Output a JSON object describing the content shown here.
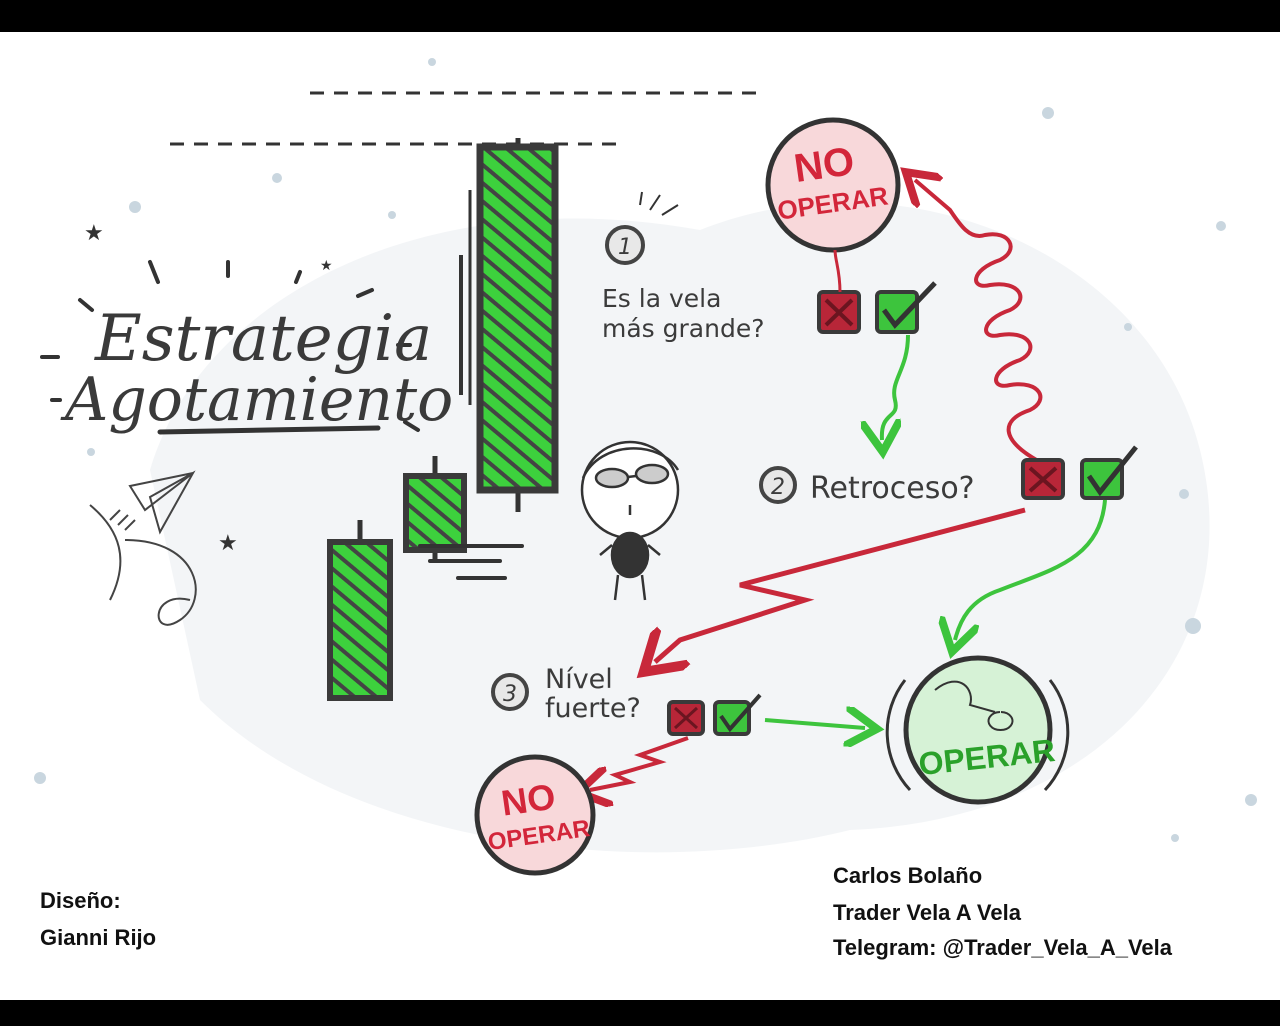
{
  "title": {
    "line1": "Estrategia",
    "line2": "Agotamiento"
  },
  "steps": [
    {
      "number": "1",
      "question_line1": "Es la vela",
      "question_line2": "más grande?"
    },
    {
      "number": "2",
      "question_line1": "Retroceso?"
    },
    {
      "number": "3",
      "question_line1": "Nível",
      "question_line2": "fuerte?"
    }
  ],
  "outcomes": {
    "no_operar_top": {
      "line1": "NO",
      "line2": "OPERAR"
    },
    "no_operar_bottom": {
      "line1": "NO",
      "line2": "OPERAR"
    },
    "operar": "OPERAR"
  },
  "credits": {
    "design_label": "Diseño:",
    "designer": "Gianni Rijo",
    "author": "Carlos Bolaño",
    "brand": "Trader Vela A Vela",
    "telegram": "Telegram: @Trader_Vela_A_Vela"
  },
  "colors": {
    "green": "#3dd13d",
    "red": "#c8283a",
    "pink": "#f8d8da",
    "light_green": "#d6f2d6",
    "ink": "#3a3a3a"
  }
}
